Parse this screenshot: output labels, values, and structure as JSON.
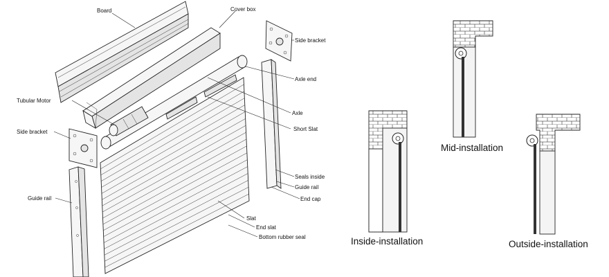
{
  "exploded_view": {
    "labels": {
      "board": "Board",
      "cover_box": "Cover box",
      "side_bracket_right": "Side bracket",
      "axle_end": "Axle end",
      "tubular_motor": "Tubular Motor",
      "axle": "Axle",
      "short_slat": "Short Slat",
      "side_bracket_left": "Side bracket",
      "seals_inside": "Seals inside",
      "guide_rail_right": "Guide rail",
      "end_cap": "End cap",
      "guide_rail_left": "Guide rail",
      "slat": "Slat",
      "end_slat": "End slat",
      "bottom_rubber_seal": "Bottom rubber seal"
    }
  },
  "installation_types": {
    "inside": "Inside-installation",
    "mid": "Mid-installation",
    "outside": "Outside-installation"
  },
  "colors": {
    "line": "#222222",
    "rail_fill": "#e8e8e8",
    "background": "#ffffff"
  }
}
